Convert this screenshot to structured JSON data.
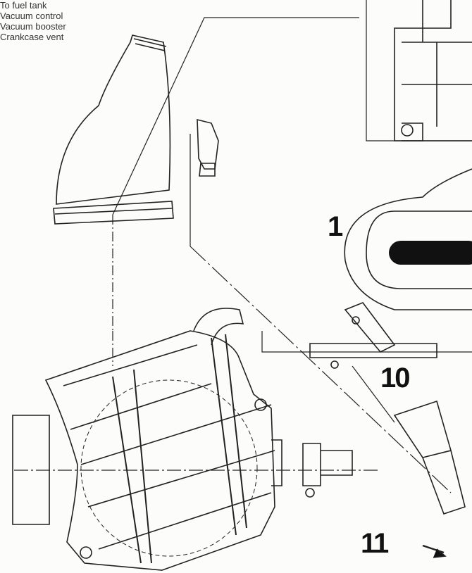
{
  "legend": [
    "To fuel tank",
    "Vacuum control",
    "Vacuum booster",
    "Crankcase vent"
  ],
  "callouts": {
    "part1": "1",
    "part10": "10",
    "part11": "11"
  }
}
